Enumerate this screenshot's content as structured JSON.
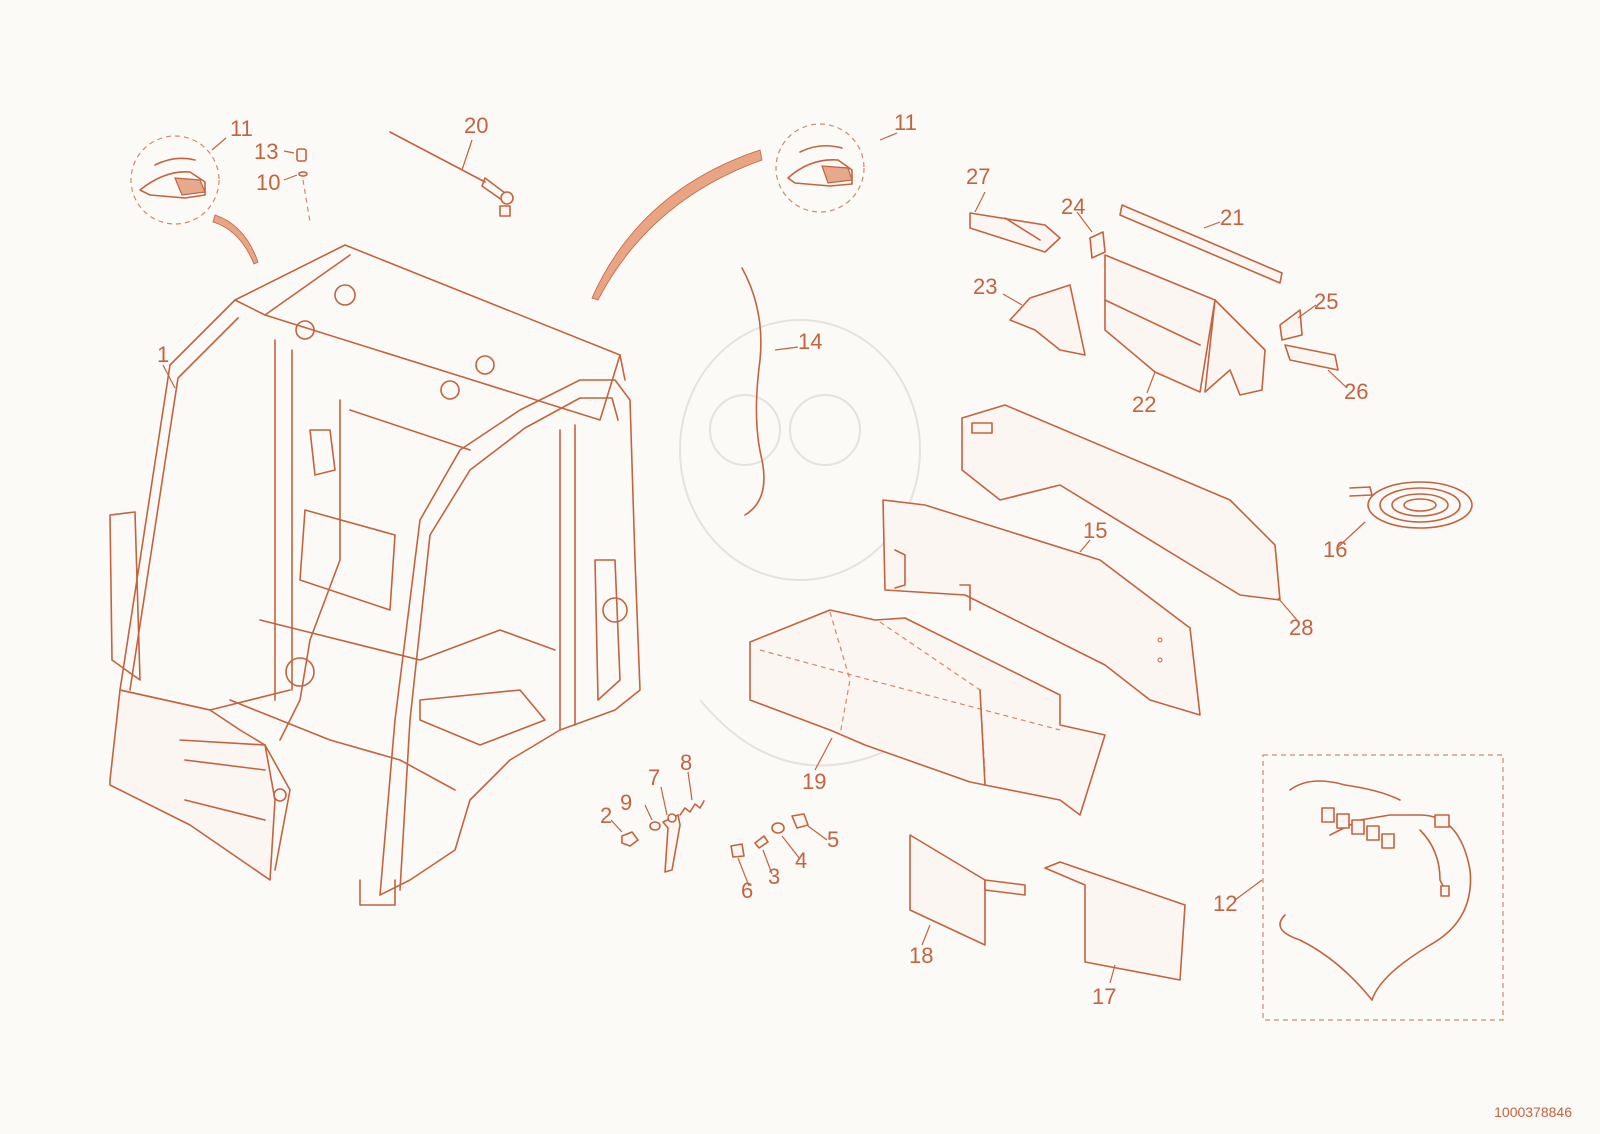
{
  "drawing_number": "1000378846",
  "callouts": [
    {
      "id": "c1",
      "text": "1"
    },
    {
      "id": "c2",
      "text": "2"
    },
    {
      "id": "c3",
      "text": "3"
    },
    {
      "id": "c4",
      "text": "4"
    },
    {
      "id": "c5",
      "text": "5"
    },
    {
      "id": "c6",
      "text": "6"
    },
    {
      "id": "c7",
      "text": "7"
    },
    {
      "id": "c8",
      "text": "8"
    },
    {
      "id": "c9",
      "text": "9"
    },
    {
      "id": "c10",
      "text": "10"
    },
    {
      "id": "c11a",
      "text": "11"
    },
    {
      "id": "c11b",
      "text": "11"
    },
    {
      "id": "c12",
      "text": "12"
    },
    {
      "id": "c13",
      "text": "13"
    },
    {
      "id": "c14",
      "text": "14"
    },
    {
      "id": "c15",
      "text": "15"
    },
    {
      "id": "c16",
      "text": "16"
    },
    {
      "id": "c17",
      "text": "17"
    },
    {
      "id": "c18",
      "text": "18"
    },
    {
      "id": "c19",
      "text": "19"
    },
    {
      "id": "c20",
      "text": "20"
    },
    {
      "id": "c21",
      "text": "21"
    },
    {
      "id": "c22",
      "text": "22"
    },
    {
      "id": "c23",
      "text": "23"
    },
    {
      "id": "c24",
      "text": "24"
    },
    {
      "id": "c25",
      "text": "25"
    },
    {
      "id": "c26",
      "text": "26"
    },
    {
      "id": "c27",
      "text": "27"
    },
    {
      "id": "c28",
      "text": "28"
    }
  ],
  "colors": {
    "line": "#c4633e",
    "background": "#fbfaf7",
    "arrow_fill": "#e9a484"
  }
}
